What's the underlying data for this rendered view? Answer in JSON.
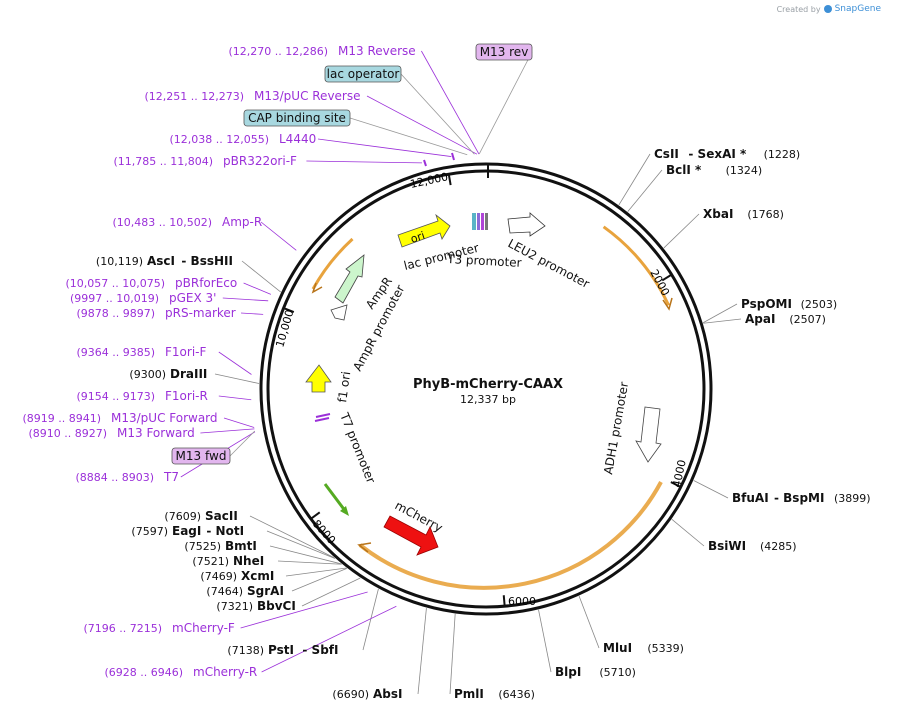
{
  "plasmid": {
    "name": "PhyB-mCherry-CAAX",
    "length_label": "12,337 bp"
  },
  "watermark": {
    "prefix": "Created by",
    "brand": "SnapGene"
  },
  "colors": {
    "primer": "#9b30d9",
    "feature_box_blue": "#a8d8e0",
    "feature_box_purple": "#e2b6ee",
    "arc_orange": "#e8a33d",
    "ori_yellow": "#ffff00",
    "mcherry_red": "#ee1111",
    "ampr_green": "#ccf5cc",
    "t7_green": "#55aa22"
  },
  "enzymes": [
    {
      "id": "csii-sexai",
      "name1": "CsII",
      "name2": "SexAI *",
      "pos": "(1228)",
      "value": 1228
    },
    {
      "id": "bcli",
      "name1": "BclI *",
      "name2": "",
      "pos": "(1324)",
      "value": 1324
    },
    {
      "id": "xbai",
      "name1": "XbaI",
      "name2": "",
      "pos": "(1768)",
      "value": 1768
    },
    {
      "id": "pspomi",
      "name1": "PspOMI",
      "name2": "",
      "pos": "(2503)",
      "value": 2503
    },
    {
      "id": "apai",
      "name1": "ApaI",
      "name2": "",
      "pos": "(2507)",
      "value": 2507
    },
    {
      "id": "bfuai-bspmi",
      "name1": "BfuAI",
      "name2": "BspMI",
      "pos": "(3899)",
      "value": 3899
    },
    {
      "id": "bsiwi",
      "name1": "BsiWI",
      "name2": "",
      "pos": "(4285)",
      "value": 4285
    },
    {
      "id": "mlui",
      "name1": "MluI",
      "name2": "",
      "pos": "(5339)",
      "value": 5339
    },
    {
      "id": "blpi",
      "name1": "BlpI",
      "name2": "",
      "pos": "(5710)",
      "value": 5710
    },
    {
      "id": "pmli",
      "name1": "PmlI",
      "name2": "",
      "pos": "(6436)",
      "value": 6436
    },
    {
      "id": "absi",
      "name1": "AbsI",
      "name2": "",
      "pos": "(6690)",
      "value": 6690
    },
    {
      "id": "psti-sbfi",
      "name1": "PstI",
      "name2": "SbfI",
      "pos": "(7138)",
      "value": 7138
    },
    {
      "id": "bbvci",
      "name1": "BbvCI",
      "name2": "",
      "pos": "(7321)",
      "value": 7321
    },
    {
      "id": "sgrai",
      "name1": "SgrAI",
      "name2": "",
      "pos": "(7464)",
      "value": 7464
    },
    {
      "id": "xcmi",
      "name1": "XcmI",
      "name2": "",
      "pos": "(7469)",
      "value": 7469
    },
    {
      "id": "nhei",
      "name1": "NheI",
      "name2": "",
      "pos": "(7521)",
      "value": 7521
    },
    {
      "id": "bmti",
      "name1": "BmtI",
      "name2": "",
      "pos": "(7525)",
      "value": 7525
    },
    {
      "id": "eagi-noti",
      "name1": "EagI",
      "name2": "NotI",
      "pos": "(7597)",
      "value": 7597
    },
    {
      "id": "sacii",
      "name1": "SacII",
      "name2": "",
      "pos": "(7609)",
      "value": 7609
    },
    {
      "id": "draiii",
      "name1": "DraIII",
      "name2": "",
      "pos": "(9300)",
      "value": 9300
    },
    {
      "id": "asci-bsshii",
      "name1": "AscI",
      "name2": "BssHII",
      "pos": "(10,119)",
      "value": 10119
    }
  ],
  "primers": [
    {
      "id": "m13-reverse",
      "range": "(12,270 .. 12,286)",
      "name": "M13 Reverse",
      "value": 12278
    },
    {
      "id": "m13-puc-reverse",
      "range": "(12,251 .. 12,273)",
      "name": "M13/pUC Reverse",
      "value": 12262
    },
    {
      "id": "l4440",
      "range": "(12,038 .. 12,055)",
      "name": "L4440",
      "value": 12046
    },
    {
      "id": "pbr322ori-f",
      "range": "(11,785 .. 11,804)",
      "name": "pBR322ori-F",
      "value": 11795
    },
    {
      "id": "amp-r",
      "range": "(10,483 .. 10,502)",
      "name": "Amp-R",
      "value": 10492
    },
    {
      "id": "pbrforeco",
      "range": "(10,057 .. 10,075)",
      "name": "pBRforEco",
      "value": 10066
    },
    {
      "id": "pgex-3",
      "range": "(9997 .. 10,019)",
      "name": "pGEX 3'",
      "value": 10008
    },
    {
      "id": "prs-marker",
      "range": "(9878 .. 9897)",
      "name": "pRS-marker",
      "value": 9887
    },
    {
      "id": "f1ori-f",
      "range": "(9364 .. 9385)",
      "name": "F1ori-F",
      "value": 9374
    },
    {
      "id": "f1ori-r",
      "range": "(9154 .. 9173)",
      "name": "F1ori-R",
      "value": 9163
    },
    {
      "id": "m13-puc-forward",
      "range": "(8919 .. 8941)",
      "name": "M13/pUC Forward",
      "value": 8930
    },
    {
      "id": "m13-forward",
      "range": "(8910 .. 8927)",
      "name": "M13 Forward",
      "value": 8918
    },
    {
      "id": "t7",
      "range": "(8884 .. 8903)",
      "name": "T7",
      "value": 8893
    },
    {
      "id": "mcherry-f",
      "range": "(7196 .. 7215)",
      "name": "mCherry-F",
      "value": 7205
    },
    {
      "id": "mcherry-r",
      "range": "(6928 .. 6946)",
      "name": "mCherry-R",
      "value": 6937
    }
  ],
  "boxed_features": [
    {
      "id": "m13-rev",
      "label": "M13 rev",
      "style": "purple",
      "value": 12280
    },
    {
      "id": "lac-operator",
      "label": "lac operator",
      "style": "blue",
      "value": 12240
    },
    {
      "id": "cap-binding-site",
      "label": "CAP binding site",
      "style": "blue",
      "value": 12180
    },
    {
      "id": "m13-fwd",
      "label": "M13 fwd",
      "style": "purple",
      "value": 8900
    }
  ],
  "inner_features": {
    "ori": "ori",
    "lac_promoter": "lac promoter",
    "t3_promoter": "T3 promoter",
    "leu2_promoter": "LEU2 promoter",
    "ampr": "AmpR",
    "ampr_promoter": "AmpR promoter",
    "f1_ori": "f1 ori",
    "t7_promoter": "T7 promoter",
    "mcherry": "mCherry",
    "adh1_promoter": "ADH1 promoter"
  },
  "ticks": [
    {
      "label": "2000",
      "value": 2000
    },
    {
      "label": "4000",
      "value": 4000
    },
    {
      "label": "6000",
      "value": 6000
    },
    {
      "label": "8000",
      "value": 8000
    },
    {
      "label": "10,000",
      "value": 10000
    },
    {
      "label": "12,000",
      "value": 12000
    }
  ]
}
